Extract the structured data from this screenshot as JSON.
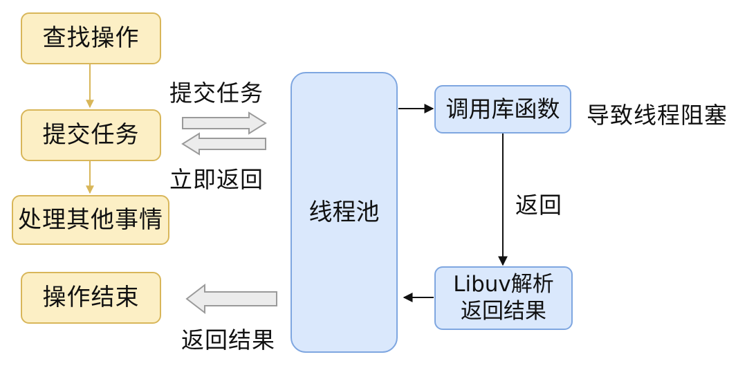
{
  "left_steps": {
    "find": "查找操作",
    "submit": "提交任务",
    "other": "处理其他事情",
    "done": "操作结束"
  },
  "arrow_labels": {
    "submit": "提交任务",
    "immediate_return": "立即返回",
    "return_result": "返回结果",
    "return": "返回"
  },
  "thread_pool": "线程池",
  "call_lib": "调用库函数",
  "blocking_note": "导致线程阻塞",
  "libuv": {
    "line1": "Libuv解析",
    "line2": "返回结果"
  },
  "colors": {
    "step_fill": "#fcefc5",
    "step_border": "#d8b659",
    "pool_fill": "#dae8fc",
    "pool_border": "#7ea6e0"
  }
}
